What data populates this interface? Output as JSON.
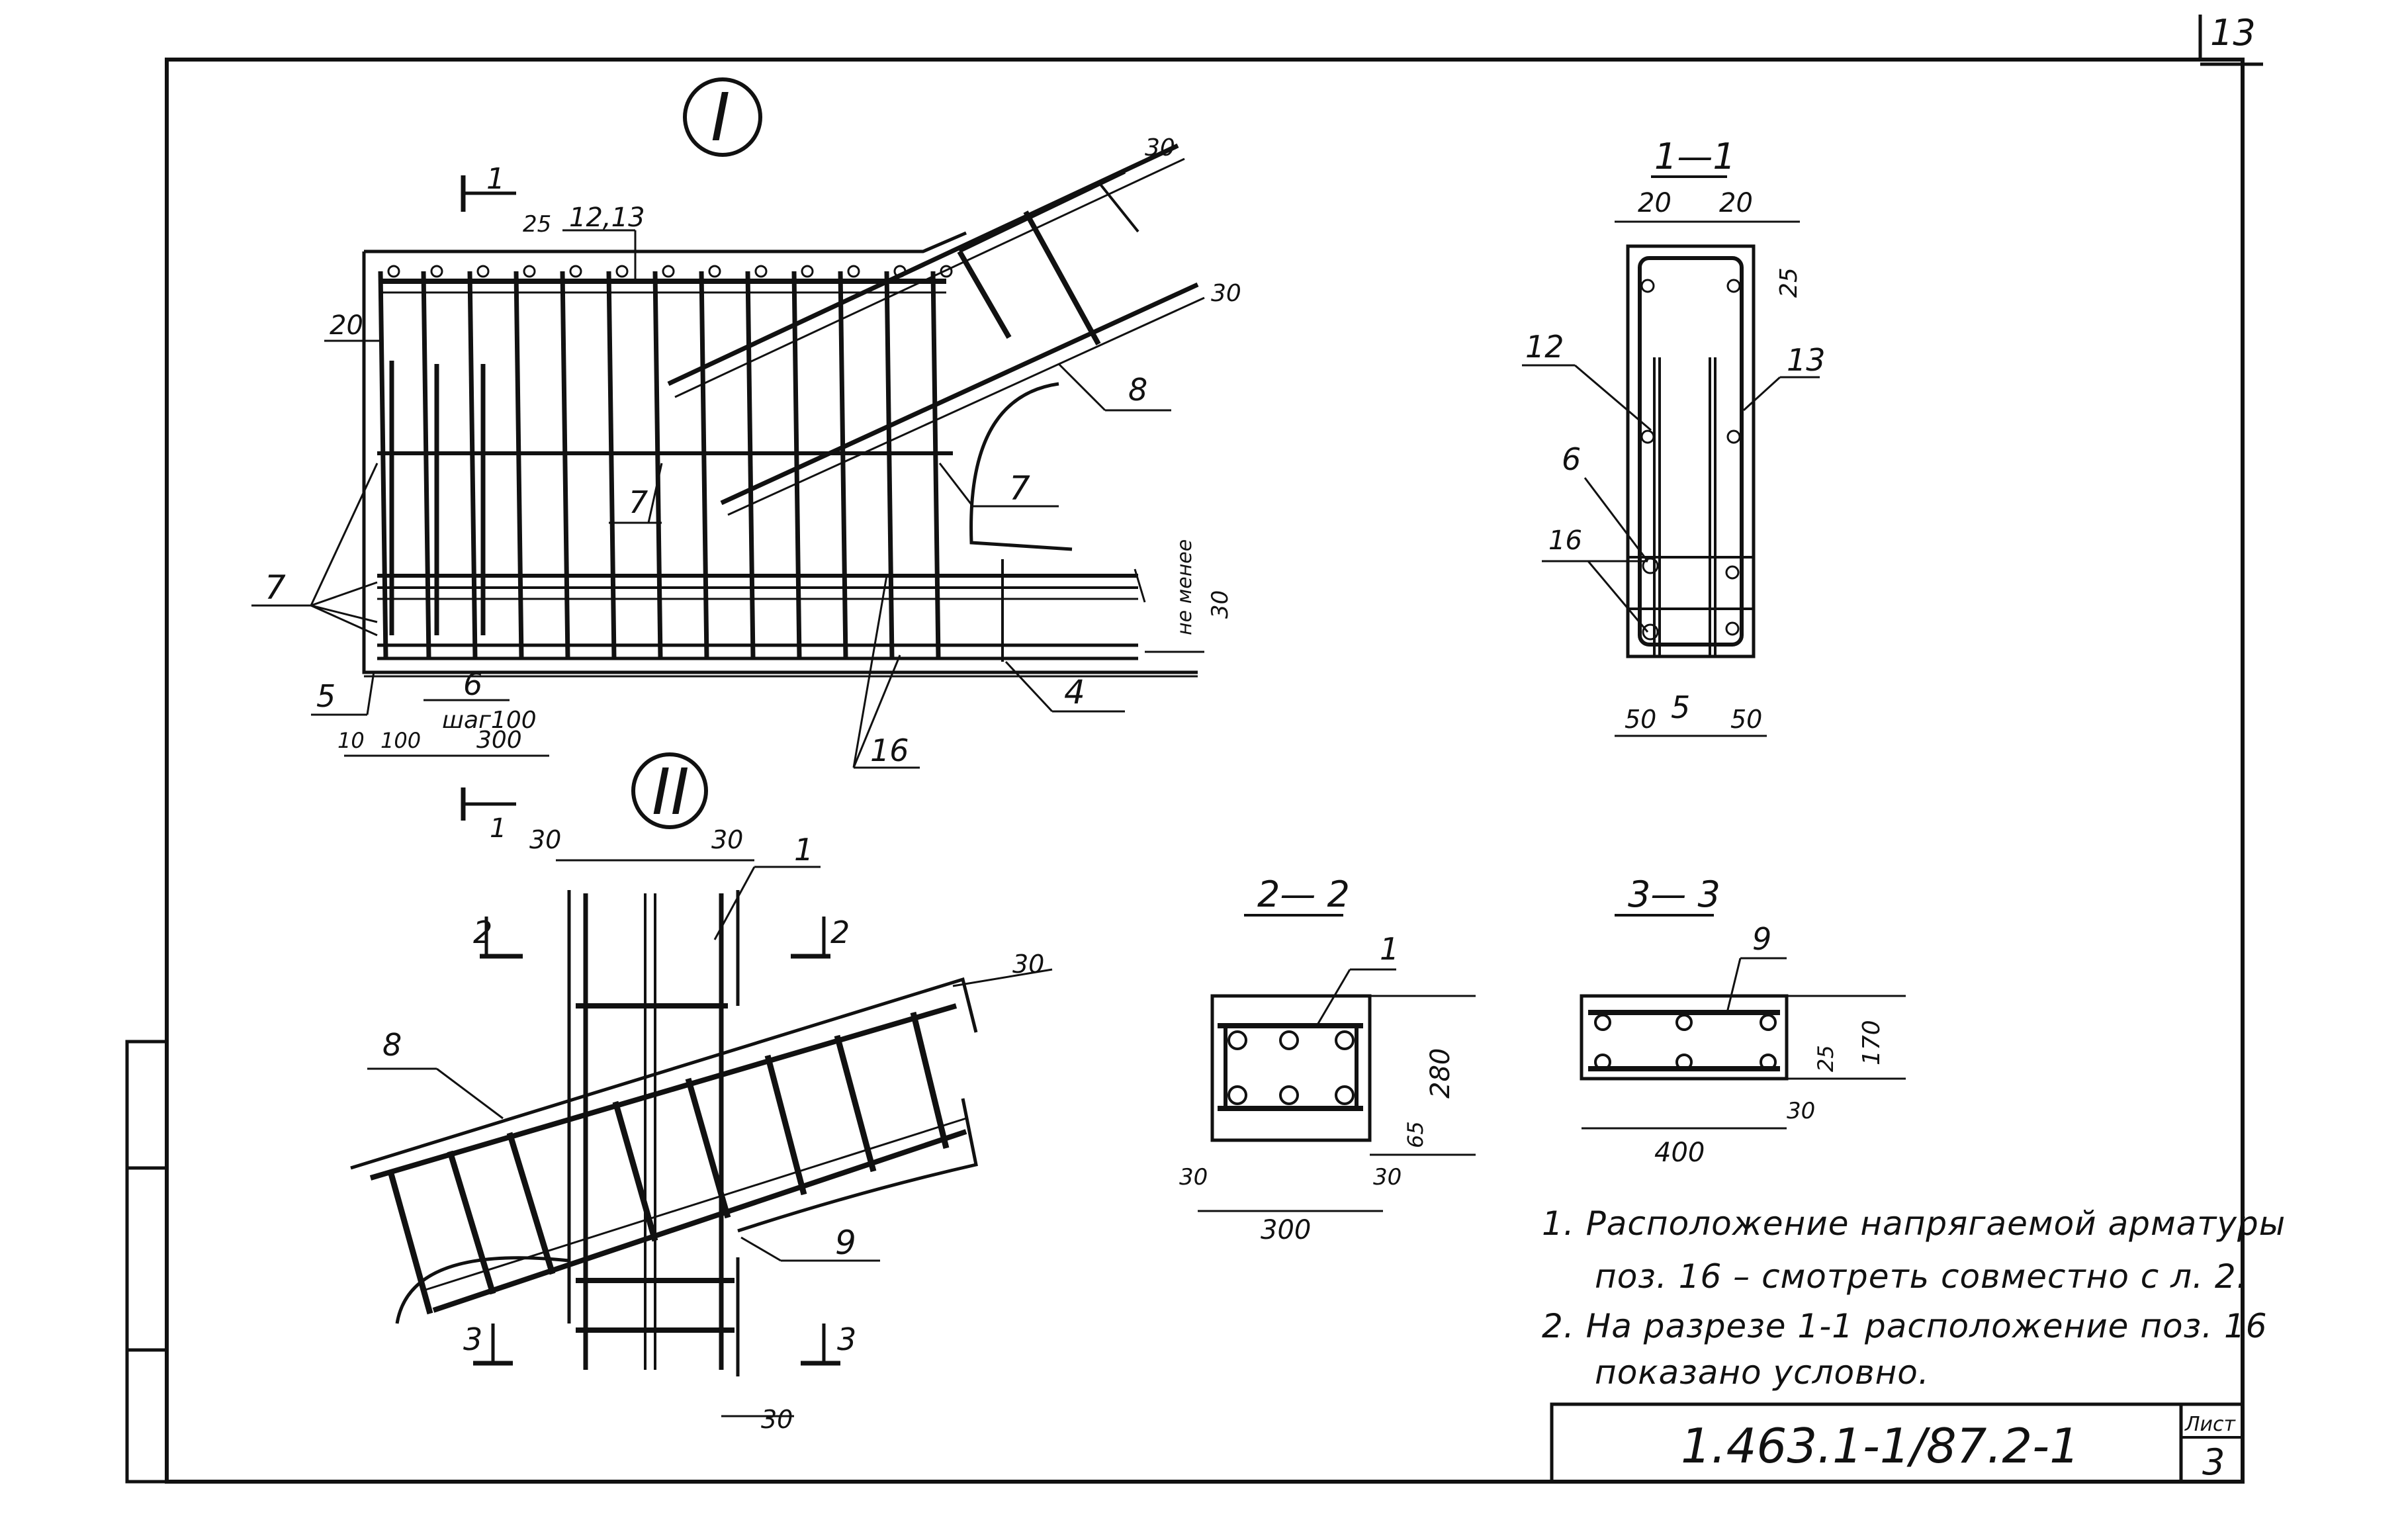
{
  "sheet_no_top": "13",
  "stamp": {
    "doc_code": "1.463.1-1/87.2-1",
    "sheet_label": "Лист",
    "sheet_number": "3"
  },
  "views": {
    "node1": "I",
    "node2": "II",
    "section_1": "1—1",
    "section_2": "2— 2",
    "section_3": "3— 3"
  },
  "labels": {
    "n1": "1",
    "n2": "2",
    "n3": "3",
    "n4": "4",
    "n5": "5",
    "n6": "6",
    "n7": "7",
    "n8": "8",
    "n9": "9",
    "n12": "12",
    "n13": "13",
    "n16": "16",
    "n12_13": "12,13",
    "step": "шаг100",
    "not_less": "не менее"
  },
  "dims": {
    "d10": "10",
    "d20": "20",
    "d25": "25",
    "d30": "30",
    "d50": "50",
    "d100": "100",
    "d170": "170",
    "d280": "280",
    "d300": "300",
    "d400": "400",
    "d65": "65"
  },
  "notes": [
    "1.  Расположение напрягаемой арматуры",
    "поз. 16 – смотреть совместно с л. 2.",
    "2.  На разрезе 1-1 расположение поз. 16",
    "показано условно."
  ]
}
